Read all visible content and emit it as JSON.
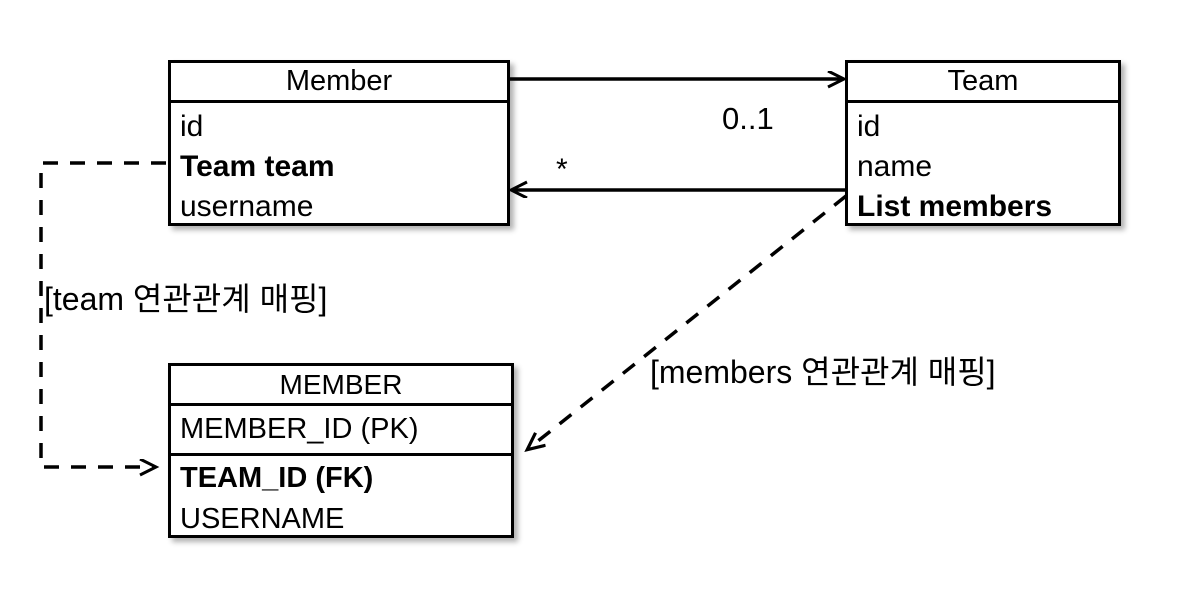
{
  "diagram": {
    "title": "JPA association mapping diagram",
    "background_color": "#ffffff",
    "line_color": "#000000"
  },
  "classes": {
    "member": {
      "name": "Member",
      "fields": [
        {
          "text": "id",
          "bold": false
        },
        {
          "text": "Team team",
          "bold": true
        },
        {
          "text": "username",
          "bold": false
        }
      ]
    },
    "team": {
      "name": "Team",
      "fields": [
        {
          "text": "id",
          "bold": false
        },
        {
          "text": "name",
          "bold": false
        },
        {
          "text": "List members",
          "bold": true
        }
      ]
    }
  },
  "tables": {
    "member_table": {
      "name": "MEMBER",
      "pk_columns": [
        {
          "text": "MEMBER_ID (PK)",
          "bold": false
        }
      ],
      "columns": [
        {
          "text": "TEAM_ID (FK)",
          "bold": true
        },
        {
          "text": "USERNAME",
          "bold": false
        }
      ]
    }
  },
  "relations": {
    "member_to_team_multiplicity": "0..1",
    "team_to_member_multiplicity": "*"
  },
  "annotations": {
    "team_mapping": "[team 연관관계 매핑]",
    "members_mapping": "[members 연관관계 매핑]"
  },
  "icons": {
    "solid_arrow": "solid-arrow-icon",
    "dashed_arrow": "dashed-arrow-icon"
  }
}
